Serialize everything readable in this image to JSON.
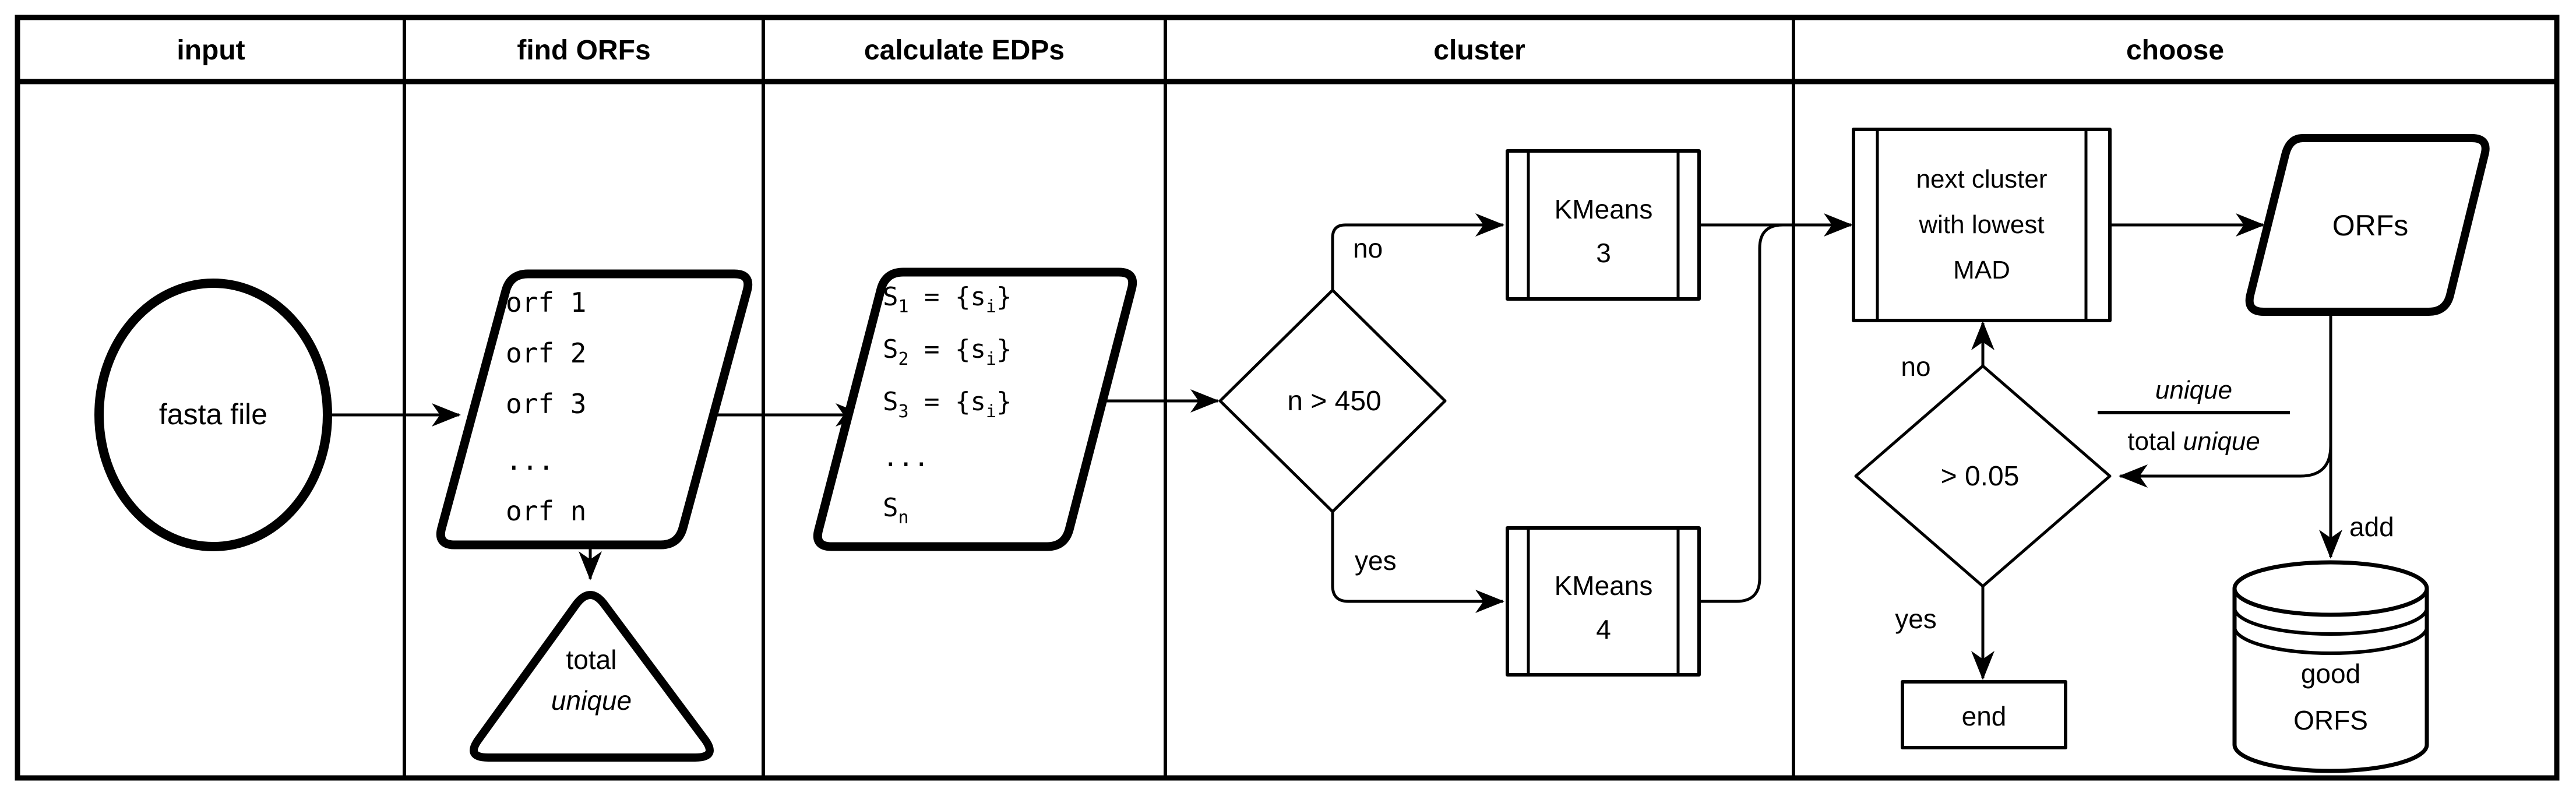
{
  "diagram": {
    "background": "#ffffff",
    "stroke_color": "#000000",
    "header": {
      "labels": [
        "input",
        "find ORFs",
        "calculate EDPs",
        "cluster",
        "choose"
      ]
    },
    "nodes": {
      "fasta": {
        "label": "fasta file",
        "shape": "ellipse"
      },
      "orf_list": {
        "shape": "parallelogram",
        "lines": [
          "orf 1",
          "orf 2",
          "orf 3",
          "...",
          "orf n"
        ]
      },
      "total_unique": {
        "shape": "triangle",
        "line1": "total",
        "line2": "unique"
      },
      "edp_list": {
        "shape": "parallelogram",
        "l1": {
          "a": "S",
          "s1": "1",
          "b": " = {s",
          "s2": "i",
          "c": "}"
        },
        "l2": {
          "a": "S",
          "s1": "2",
          "b": " = {s",
          "s2": "i",
          "c": "}"
        },
        "l3": {
          "a": "S",
          "s1": "3",
          "b": " = {s",
          "s2": "i",
          "c": "}"
        },
        "dots": "...",
        "l5": {
          "a": "S",
          "s1": "n"
        }
      },
      "n_gt_450": {
        "shape": "diamond",
        "label": "n > 450"
      },
      "kmeans3": {
        "shape": "predefined-process",
        "line1": "KMeans",
        "line2": "3"
      },
      "kmeans4": {
        "shape": "predefined-process",
        "line1": "KMeans",
        "line2": "4"
      },
      "next_cluster": {
        "shape": "predefined-process",
        "lines": [
          "next cluster",
          "with lowest",
          "MAD"
        ]
      },
      "orfs": {
        "shape": "parallelogram",
        "label": "ORFs"
      },
      "ratio": {
        "numerator": "unique",
        "denominator_prefix": "total ",
        "denominator_italic": "unique"
      },
      "gt_005": {
        "shape": "diamond",
        "label": "> 0.05"
      },
      "end": {
        "shape": "rectangle",
        "label": "end"
      },
      "good_orfs": {
        "shape": "cylinder",
        "line1": "good",
        "line2": "ORFS"
      }
    },
    "edge_labels": {
      "no1": "no",
      "yes1": "yes",
      "no2": "no",
      "yes2": "yes",
      "add": "add"
    }
  }
}
